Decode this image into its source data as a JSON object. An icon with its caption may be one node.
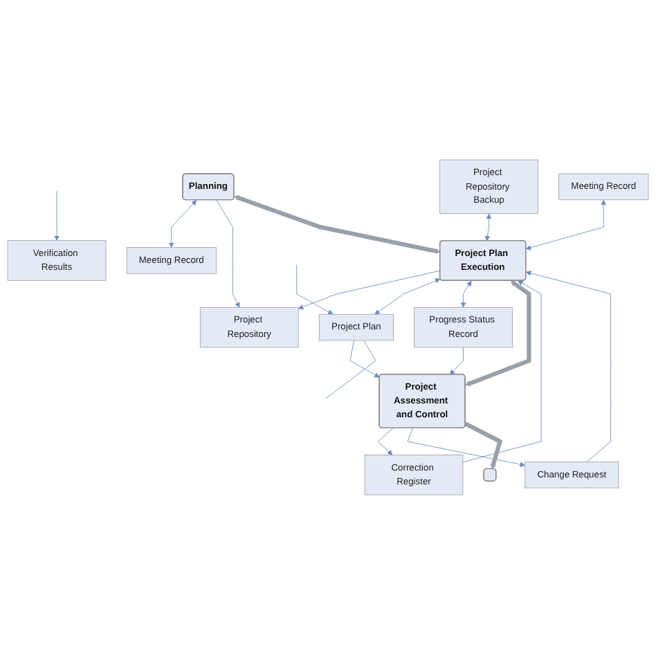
{
  "diagram": {
    "nodes": [
      {
        "text": [
          "Verification Results"
        ]
      },
      {
        "text": [
          "Planning"
        ]
      },
      {
        "text": [
          "Meeting Record"
        ]
      },
      {
        "text": [
          "Project Repository"
        ]
      },
      {
        "text": [
          "Project Repository Backup"
        ]
      },
      {
        "text": [
          "Meeting Record"
        ]
      },
      {
        "text": [
          "Project Plan Execution"
        ]
      },
      {
        "text": [
          "Correction Register"
        ]
      },
      {
        "text": [
          "Progress Status Record"
        ]
      },
      {
        "text": [
          "Project Plan"
        ]
      },
      {
        "text": [
          "Change Request"
        ]
      },
      {
        "text": [
          "Project Assessment and Control"
        ]
      },
      {
        "text": [],
        "shape": "box"
      }
    ],
    "edges": [
      {
        "from": null,
        "to": 0,
        "arrow": "to"
      },
      {
        "from": 1,
        "to": 2,
        "arrow": "both"
      },
      {
        "from": 1,
        "to": 3,
        "arrow": "to"
      },
      {
        "from": 1,
        "to": 6,
        "arrow": "both",
        "style": "thick"
      },
      {
        "from": 6,
        "to": 3,
        "arrow": "to"
      },
      {
        "from": 4,
        "to": 6,
        "arrow": "both"
      },
      {
        "from": 5,
        "to": 6,
        "arrow": "both"
      },
      {
        "from": 10,
        "to": 6,
        "arrow": "to"
      },
      {
        "from": 7,
        "to": 6,
        "arrow": "to"
      },
      {
        "from": 6,
        "to": 9,
        "arrow": "both"
      },
      {
        "from": 6,
        "to": 8,
        "arrow": "both"
      },
      {
        "from": null,
        "to": 9,
        "arrow": "to"
      },
      {
        "from": 6,
        "to": 11,
        "arrow": "both",
        "style": "thick"
      },
      {
        "from": 11,
        "to": 7,
        "arrow": "to"
      },
      {
        "from": 8,
        "to": 11,
        "arrow": "to"
      },
      {
        "from": 9,
        "to": 11,
        "arrow": "to"
      },
      {
        "from": 11,
        "to": 10,
        "arrow": "to"
      },
      {
        "from": 9,
        "to": null,
        "arrow": "none"
      },
      {
        "from": 11,
        "to": 12,
        "arrow": "to",
        "style": "thick"
      }
    ]
  }
}
